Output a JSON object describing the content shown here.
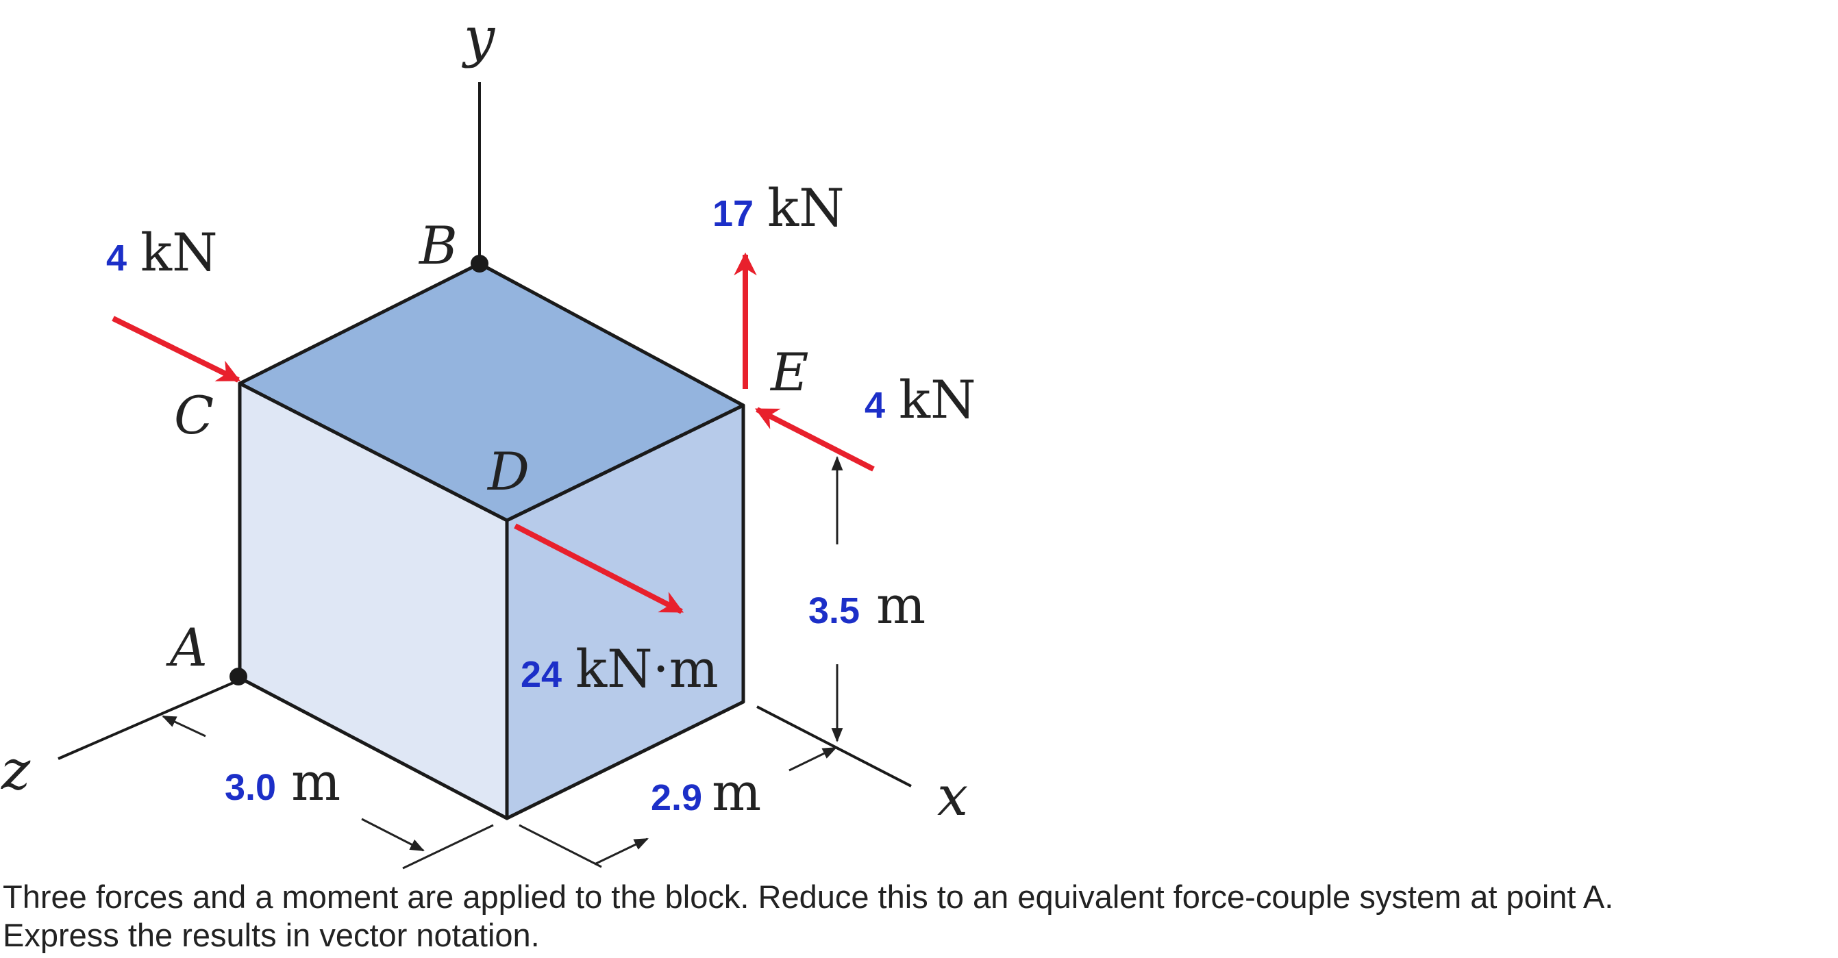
{
  "axes": {
    "x": "x",
    "y": "y",
    "z": "z"
  },
  "points": {
    "A": "A",
    "B": "B",
    "C": "C",
    "D": "D",
    "E": "E"
  },
  "loads": {
    "force_c": {
      "value": "4",
      "unit": "kN"
    },
    "force_e_up": {
      "value": "17",
      "unit": "kN"
    },
    "force_e_diag": {
      "value": "4",
      "unit": "kN"
    },
    "moment_d": {
      "value": "24",
      "unit": "kN·m"
    }
  },
  "dimensions": {
    "depth": {
      "value": "3.0",
      "unit": "m"
    },
    "width": {
      "value": "2.9",
      "unit": "m"
    },
    "height": {
      "value": "3.5",
      "unit": "m"
    }
  },
  "caption": {
    "line1": "Three forces and a moment are applied to the block. Reduce this to an equivalent force-couple system at point A.",
    "line2": "Express the results in vector notation."
  },
  "colors": {
    "top_face": "#94b4de",
    "left_face": "#dfe7f5",
    "right_face": "#b7cbea",
    "force_arrow": "#e8202c",
    "value_text": "#1c2fc8",
    "line": "#1a1a1a"
  }
}
